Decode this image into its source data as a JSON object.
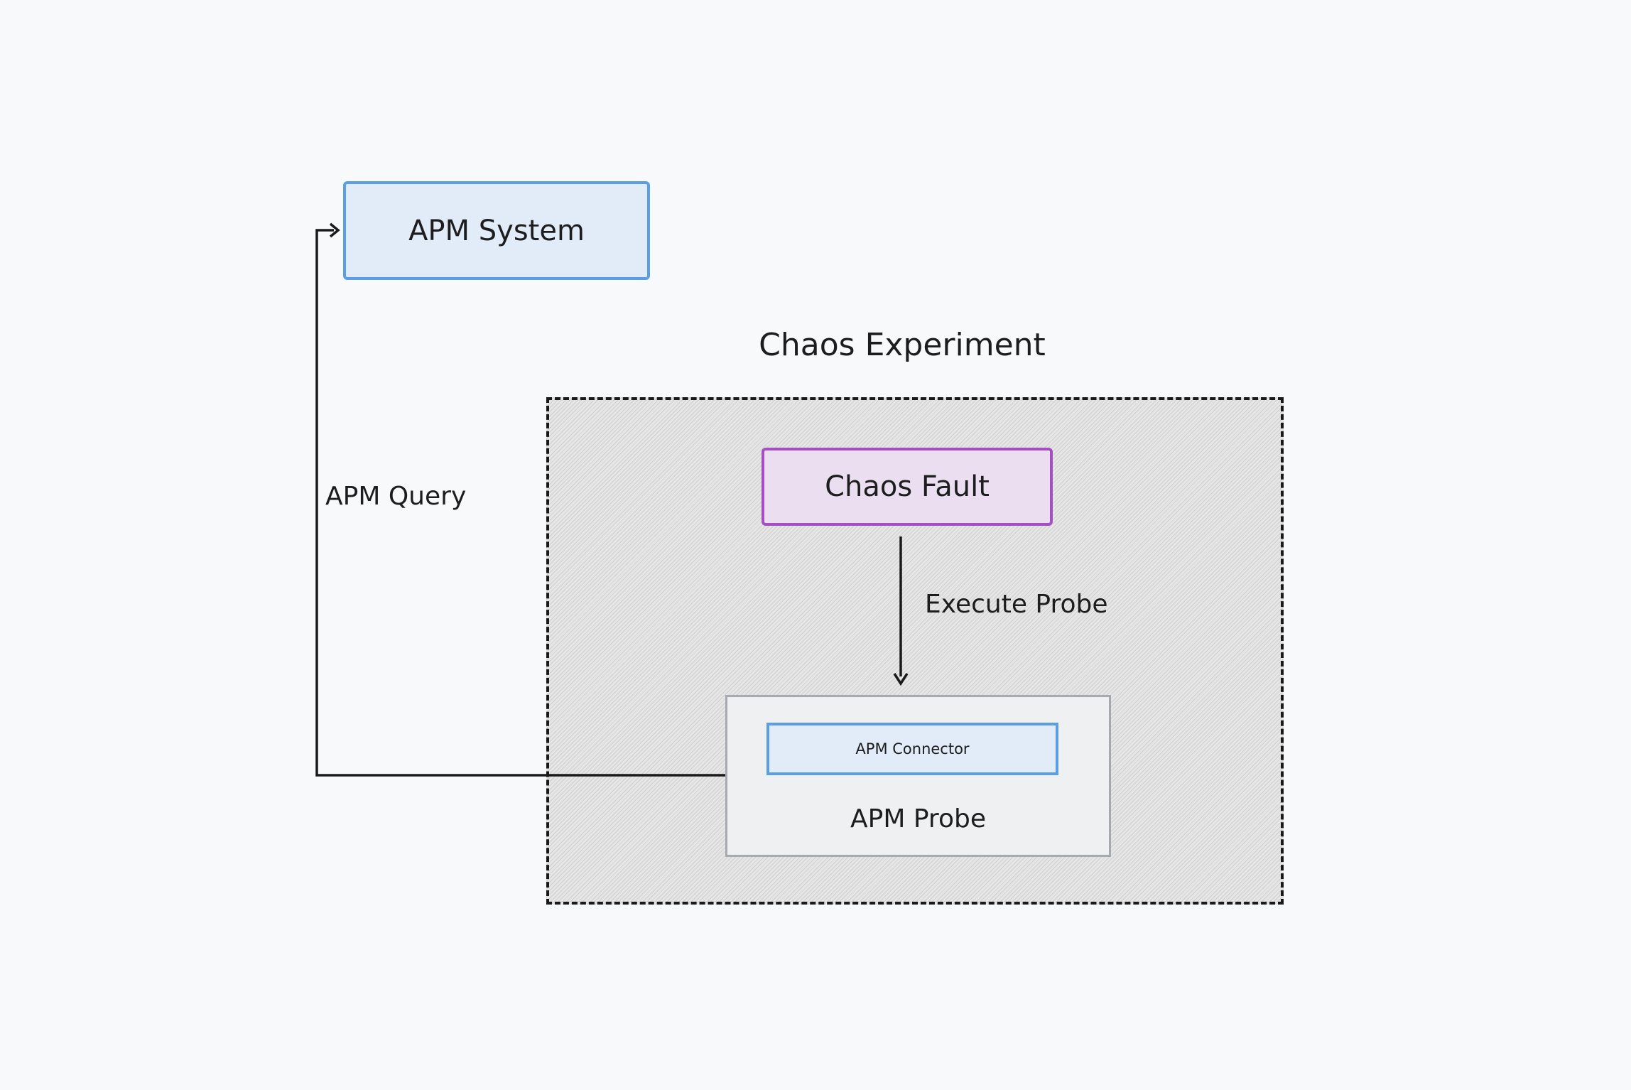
{
  "nodes": {
    "apm_system": "APM System",
    "chaos_experiment_title": "Chaos Experiment",
    "chaos_fault": "Chaos Fault",
    "apm_connector": "APM Connector",
    "apm_probe": "APM Probe"
  },
  "edges": {
    "execute_probe": "Execute Probe",
    "apm_query": "APM Query"
  },
  "colors": {
    "background": "#f8f9fb",
    "apm_blue_fill": "#e1ecf8",
    "apm_blue_border": "#5b9ee4",
    "fault_fill": "#ebdef0",
    "fault_border": "#a64fc4",
    "probe_fill": "#eef0f2",
    "probe_border": "#a6a9ad",
    "line": "#1a1a1a"
  }
}
